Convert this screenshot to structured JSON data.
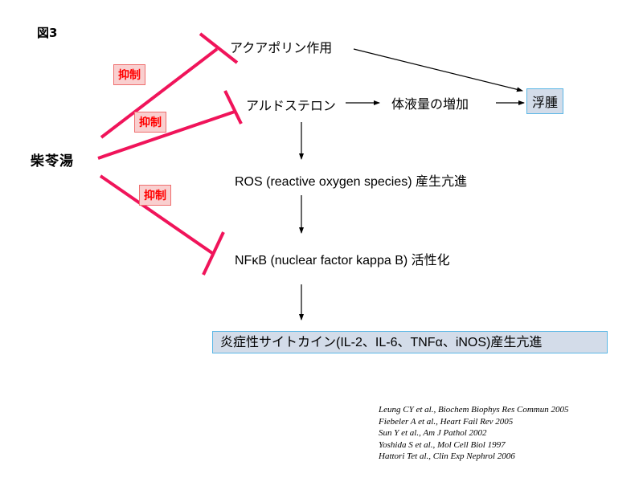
{
  "figure_label": "図3",
  "herb": "柴苓湯",
  "inhibit_label": "抑制",
  "nodes": {
    "aquaporin": "アクアポリン作用",
    "aldosterone": "アルドステロン",
    "fluid_volume": "体液量の増加",
    "edema": "浮腫",
    "ros": "ROS (reactive oxygen species) 産生亢進",
    "nfkb": "NFκB (nuclear factor kappa B)  活性化",
    "cytokines": "炎症性サイトカイン(IL-2、IL-6、TNFα、iNOS)産生亢進"
  },
  "edges": [
    {
      "from": "herb",
      "to": "aquaporin",
      "type": "inhibit",
      "label": "抑制"
    },
    {
      "from": "herb",
      "to": "aldosterone",
      "type": "inhibit",
      "label": "抑制"
    },
    {
      "from": "herb",
      "to": "nfkb",
      "type": "inhibit",
      "label": "抑制"
    },
    {
      "from": "aquaporin",
      "to": "edema",
      "type": "arrow"
    },
    {
      "from": "aldosterone",
      "to": "fluid_volume",
      "type": "arrow"
    },
    {
      "from": "fluid_volume",
      "to": "edema",
      "type": "arrow"
    },
    {
      "from": "aldosterone",
      "to": "ros",
      "type": "arrow"
    },
    {
      "from": "ros",
      "to": "nfkb",
      "type": "arrow"
    },
    {
      "from": "nfkb",
      "to": "cytokines",
      "type": "arrow"
    }
  ],
  "colors": {
    "inhibit_line": "#f0145a",
    "inhibit_text": "#ff0000",
    "inhibit_fill": "#f9cfcf",
    "box_fill": "#d3dce9",
    "box_border": "#5bb7e6"
  },
  "references": [
    "Leung CY et al.,  Biochem Biophys Res Commun 2005",
    "Fiebeler A et al., Heart Fail Rev 2005",
    "Sun Y et al., Am J Pathol 2002",
    "Yoshida S et al., Mol Cell Biol 1997",
    "Hattori Tet al.,  Clin Exp Nephrol 2006"
  ]
}
